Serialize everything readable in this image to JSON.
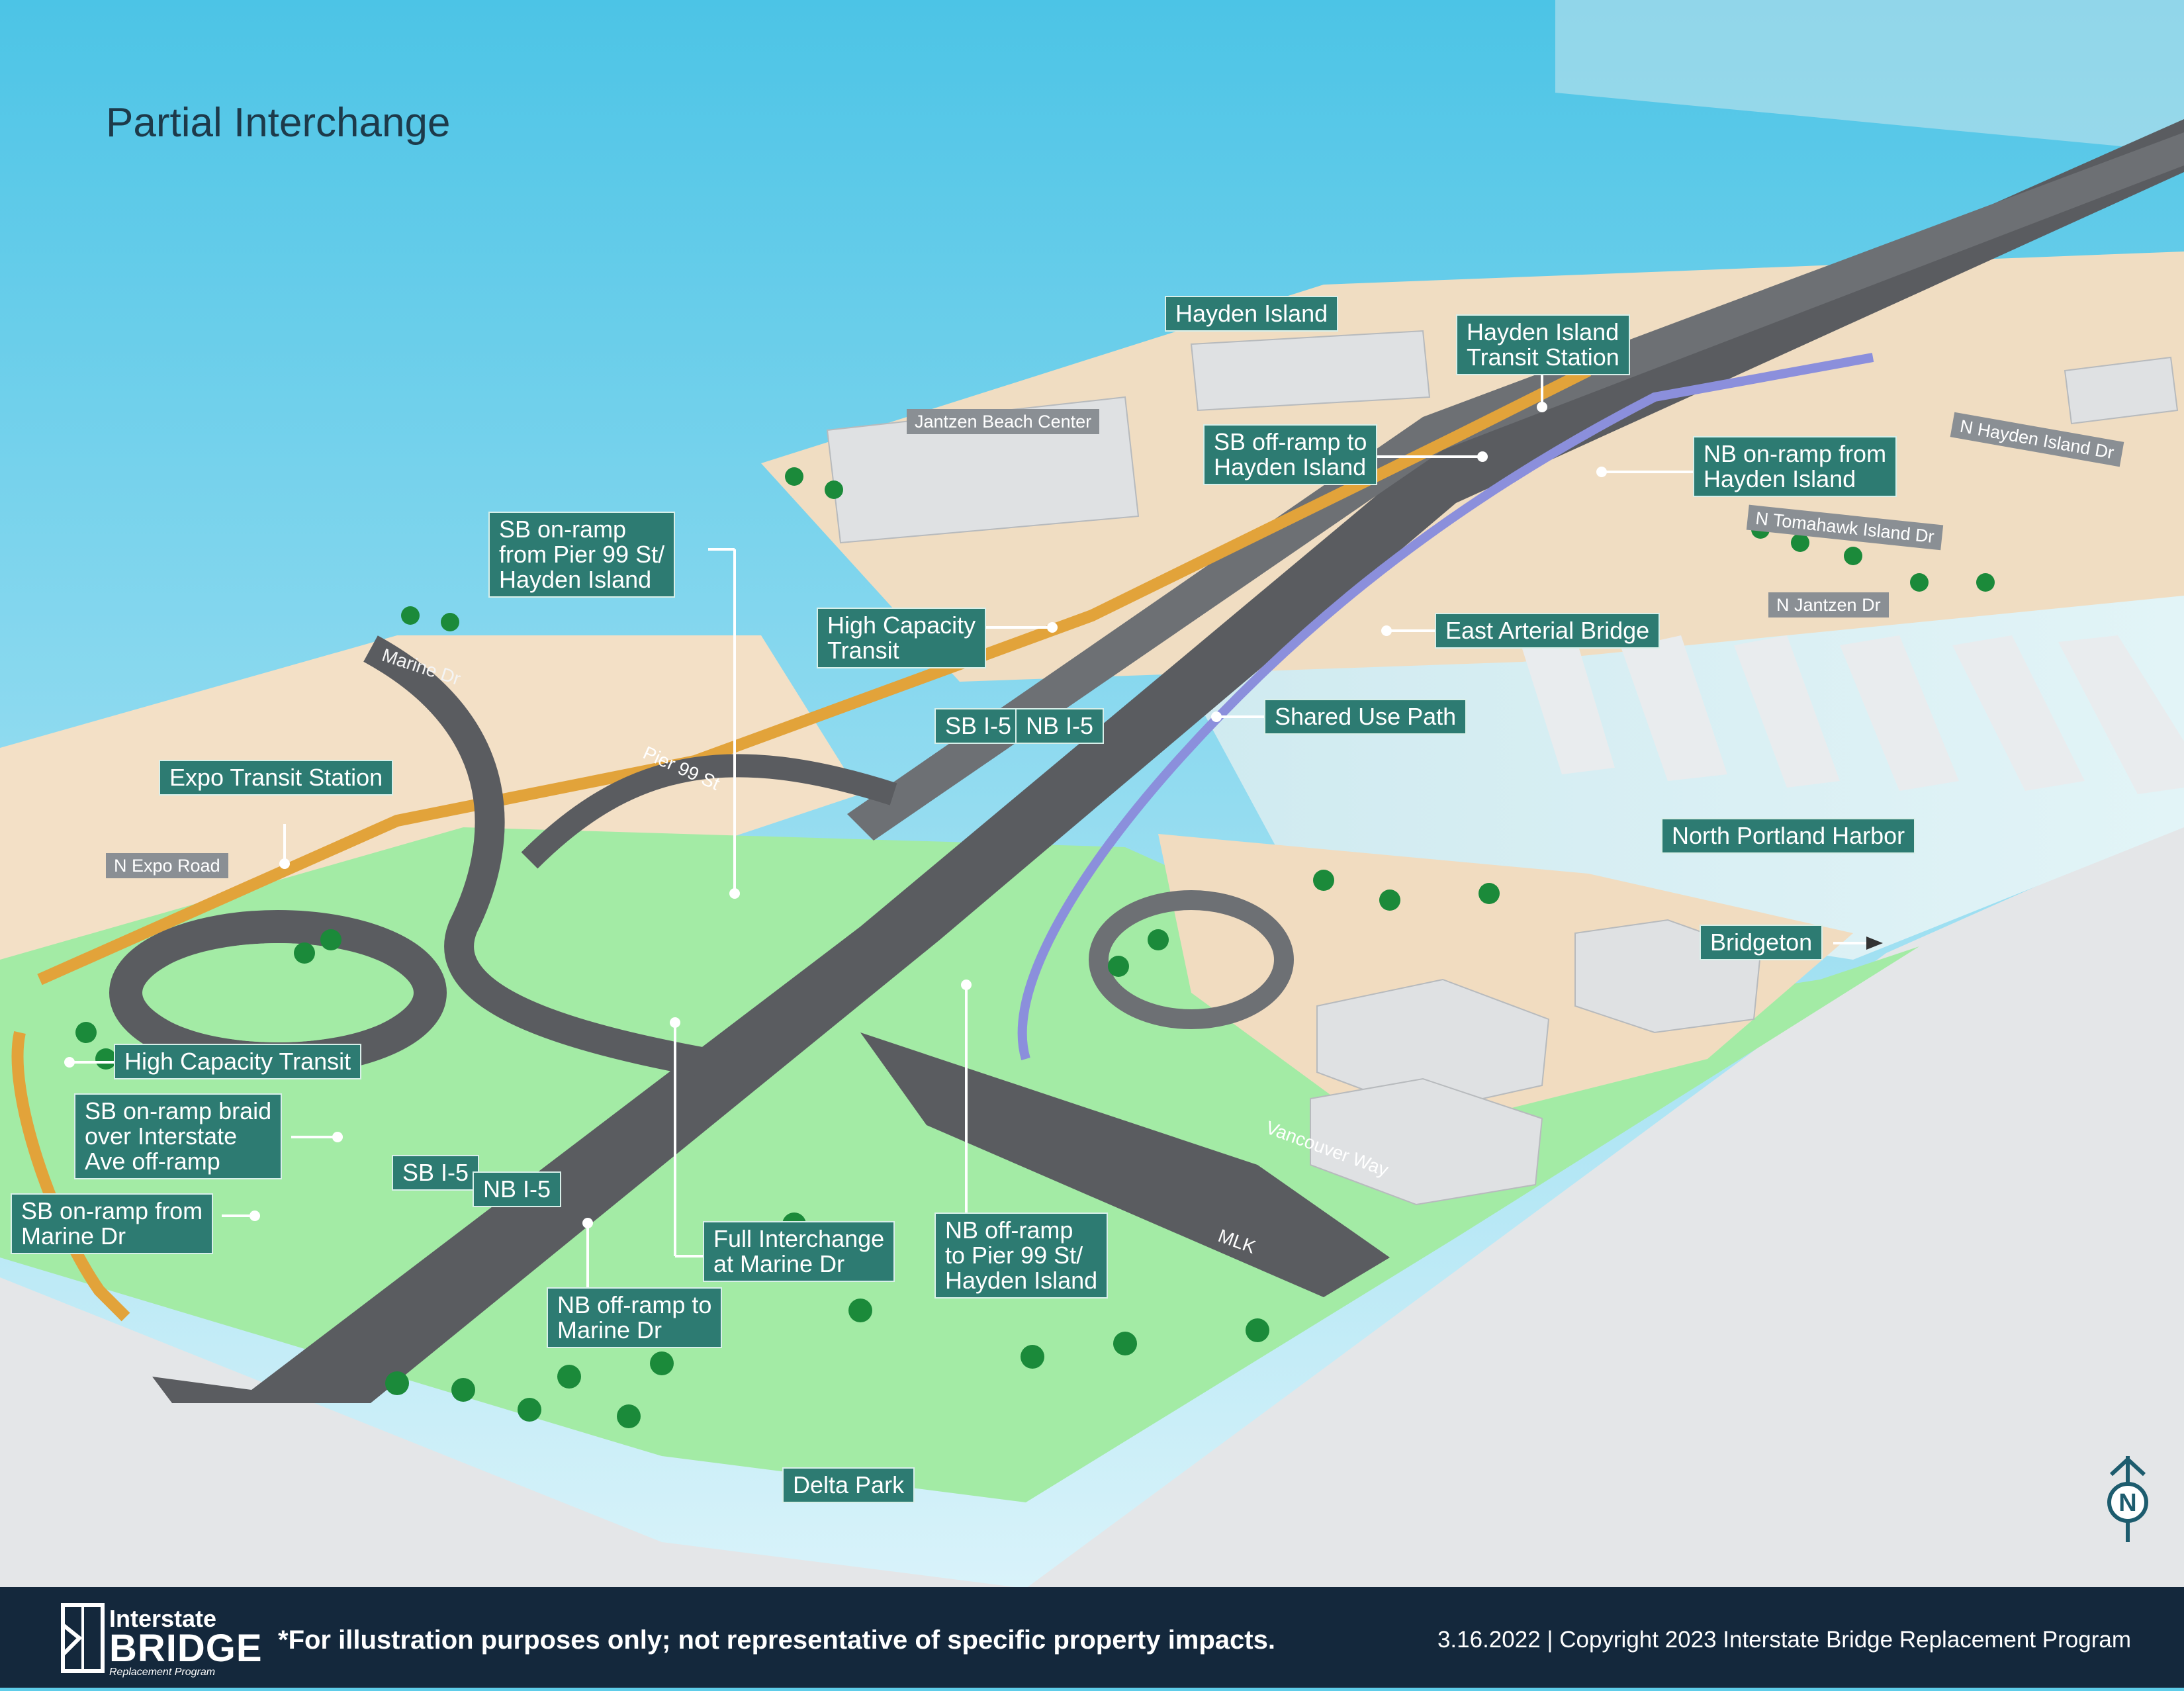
{
  "page": {
    "title": "Partial Interchange"
  },
  "labels": {
    "hayden_island": "Hayden Island",
    "hayden_island_transit_station": "Hayden Island\nTransit Station",
    "jantzen_beach_center": "Jantzen Beach Center",
    "sb_offramp_hayden": "SB off-ramp to\nHayden Island",
    "nb_onramp_hayden": "NB on-ramp from\nHayden Island",
    "sb_onramp_pier99": "SB on-ramp\nfrom Pier 99 St/\nHayden Island",
    "high_capacity_transit_upper": "High Capacity\nTransit",
    "east_arterial_bridge": "East Arterial Bridge",
    "shared_use_path": "Shared Use Path",
    "sb_i5_upper": "SB I-5",
    "nb_i5_upper": "NB I-5",
    "expo_transit_station": "Expo Transit Station",
    "north_portland_harbor": "North Portland Harbor",
    "bridgeton": "Bridgeton",
    "high_capacity_transit_lower": "High Capacity Transit",
    "sb_onramp_braid": "SB on-ramp braid\nover Interstate\nAve off-ramp",
    "sb_onramp_marine": "SB on-ramp from\nMarine Dr",
    "sb_i5_lower": "SB I-5",
    "nb_i5_lower": "NB I-5",
    "full_interchange": "Full Interchange\nat Marine Dr",
    "nb_offramp_pier99": "NB off-ramp\nto Pier 99 St/\nHayden Island",
    "nb_offramp_marine": "NB off-ramp to\nMarine Dr",
    "delta_park": "Delta Park"
  },
  "street_labels": {
    "n_hayden_island_dr": "N Hayden Island Dr",
    "n_tomahawk_island_dr": "N Tomahawk Island Dr",
    "n_jantzen_dr": "N Jantzen Dr",
    "n_expo_road": "N Expo Road",
    "marine_dr": "Marine Dr",
    "pier_99_st": "Pier 99 St",
    "vancouver_way": "Vancouver Way",
    "mlk": "MLK"
  },
  "north_arrow": {
    "letter": "N"
  },
  "footer": {
    "logo_line1": "Interstate",
    "logo_line2": "BRIDGE",
    "logo_line3": "Replacement Program",
    "disclaimer": "*For illustration purposes only; not representative of specific property impacts.",
    "copyright": "3.16.2022 | Copyright 2023 Interstate Bridge Replacement Program"
  },
  "colors": {
    "sky": "#5ecde9",
    "water": "#d5eef2",
    "land_sand": "#f1dfc4",
    "land_green": "#a4eca6",
    "highway": "#5b5d61",
    "transit": "#e2a33a",
    "shared_path": "#8b8fdc",
    "label_bg": "#2d7b72",
    "footer_bg": "#14283c"
  }
}
